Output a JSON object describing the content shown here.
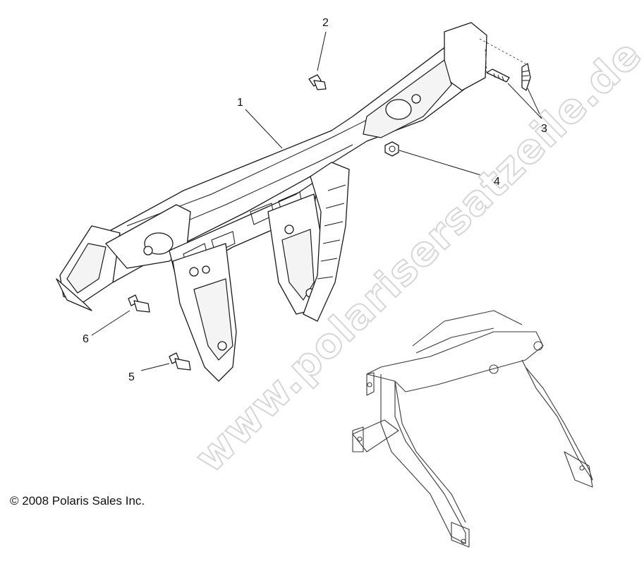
{
  "diagram": {
    "callouts": [
      {
        "id": "1",
        "label": "1"
      },
      {
        "id": "2",
        "label": "2"
      },
      {
        "id": "3",
        "label": "3"
      },
      {
        "id": "4",
        "label": "4"
      },
      {
        "id": "5",
        "label": "5"
      },
      {
        "id": "6",
        "label": "6"
      }
    ],
    "copyright": "© 2008 Polaris Sales Inc.",
    "watermark": "www.polarisersatzeile.de"
  }
}
